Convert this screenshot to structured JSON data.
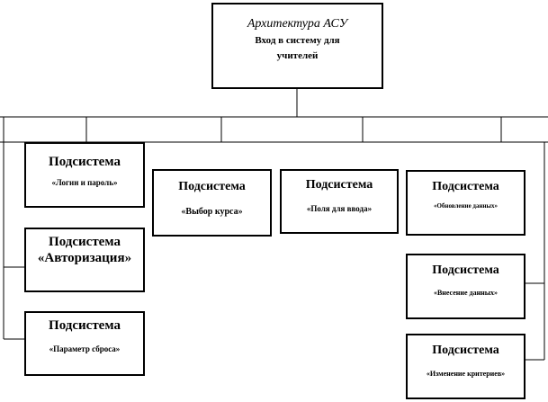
{
  "root": {
    "title": "Архитектура АСУ",
    "line1": "Вход в систему для",
    "line2": "учителей"
  },
  "subsystems": [
    {
      "title": "Подсистема",
      "label": "«Логин и пароль»"
    },
    {
      "title": "Подсистема",
      "label": "«Авторизация»"
    },
    {
      "title": "Подсистема",
      "label": "«Параметр сброса»"
    },
    {
      "title": "Подсистема",
      "label": "«Выбор курса»"
    },
    {
      "title": "Подсистема",
      "label": "«Поля для ввода»"
    },
    {
      "title": "Подсистема",
      "label": "«Обновление данных»"
    },
    {
      "title": "Подсистема",
      "label": "«Внесение  данных»"
    },
    {
      "title": "Подсистема",
      "label": "«Изменение критериев»"
    }
  ],
  "colors": {
    "line": "#000000",
    "background": "#ffffff"
  }
}
